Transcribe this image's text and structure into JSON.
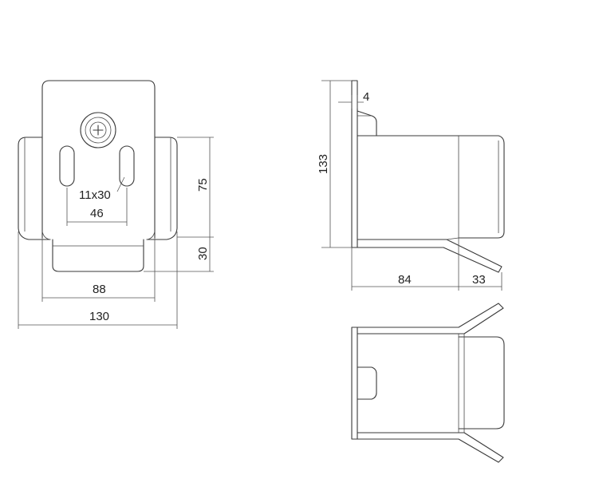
{
  "drawing": {
    "colors": {
      "line": "#3a3a3a",
      "background": "#ffffff"
    },
    "dimensions": {
      "width_130": "130",
      "width_88": "88",
      "spacing_46": "46",
      "slot_11x30": "11x30",
      "height_75": "75",
      "height_30": "30",
      "height_133": "133",
      "thickness_4": "4",
      "depth_84": "84",
      "lip_33": "33"
    }
  }
}
